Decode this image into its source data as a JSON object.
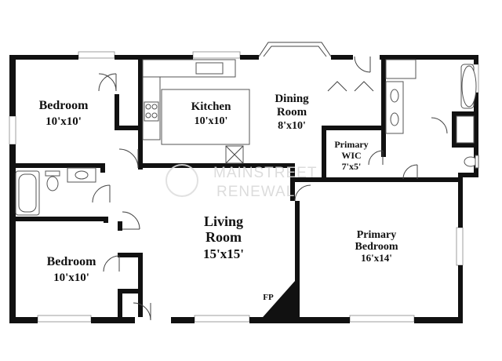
{
  "rooms": {
    "bedroom_nw": {
      "name": "Bedroom",
      "size": "10'x10'"
    },
    "kitchen": {
      "name": "Kitchen",
      "size": "10'x10'"
    },
    "dining": {
      "line1": "Dining",
      "line2": "Room",
      "size": "8'x10'"
    },
    "primary_wic": {
      "line1": "Primary",
      "line2": "WIC",
      "size": "7'x5'"
    },
    "living": {
      "line1": "Living",
      "line2": "Room",
      "size": "15'x15'"
    },
    "primary_bedroom": {
      "line1": "Primary",
      "line2": "Bedroom",
      "size": "16'x14'"
    },
    "bedroom_sw": {
      "name": "Bedroom",
      "size": "10'x10'"
    }
  },
  "fireplace_label": "FP",
  "watermark": {
    "line1": "MAINSTREET",
    "line2": "RENEWAL"
  }
}
